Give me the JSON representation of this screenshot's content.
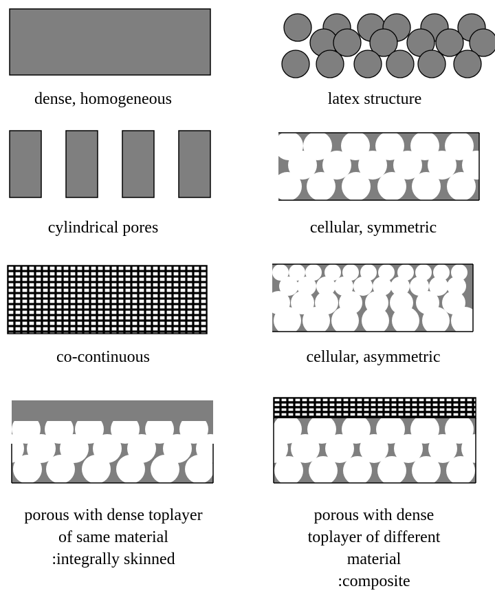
{
  "colors": {
    "polymer": "#7f7f7f",
    "pore": "#ffffff",
    "outline": "#000000",
    "background": "#ffffff"
  },
  "panels": [
    {
      "id": "dense",
      "caption": [
        "dense, homogeneous"
      ]
    },
    {
      "id": "latex",
      "caption": [
        "latex structure"
      ]
    },
    {
      "id": "cylindrical",
      "caption": [
        "cylindrical pores"
      ]
    },
    {
      "id": "cell-sym",
      "caption": [
        "cellular, symmetric"
      ]
    },
    {
      "id": "cocont",
      "caption": [
        "co-continuous"
      ]
    },
    {
      "id": "cell-asym",
      "caption": [
        "cellular, asymmetric"
      ]
    },
    {
      "id": "integral",
      "caption": [
        "porous with dense toplayer",
        "of same material",
        ":integrally skinned"
      ]
    },
    {
      "id": "composite",
      "caption": [
        "porous with dense",
        "toplayer of different",
        "material",
        ":composite"
      ]
    }
  ]
}
